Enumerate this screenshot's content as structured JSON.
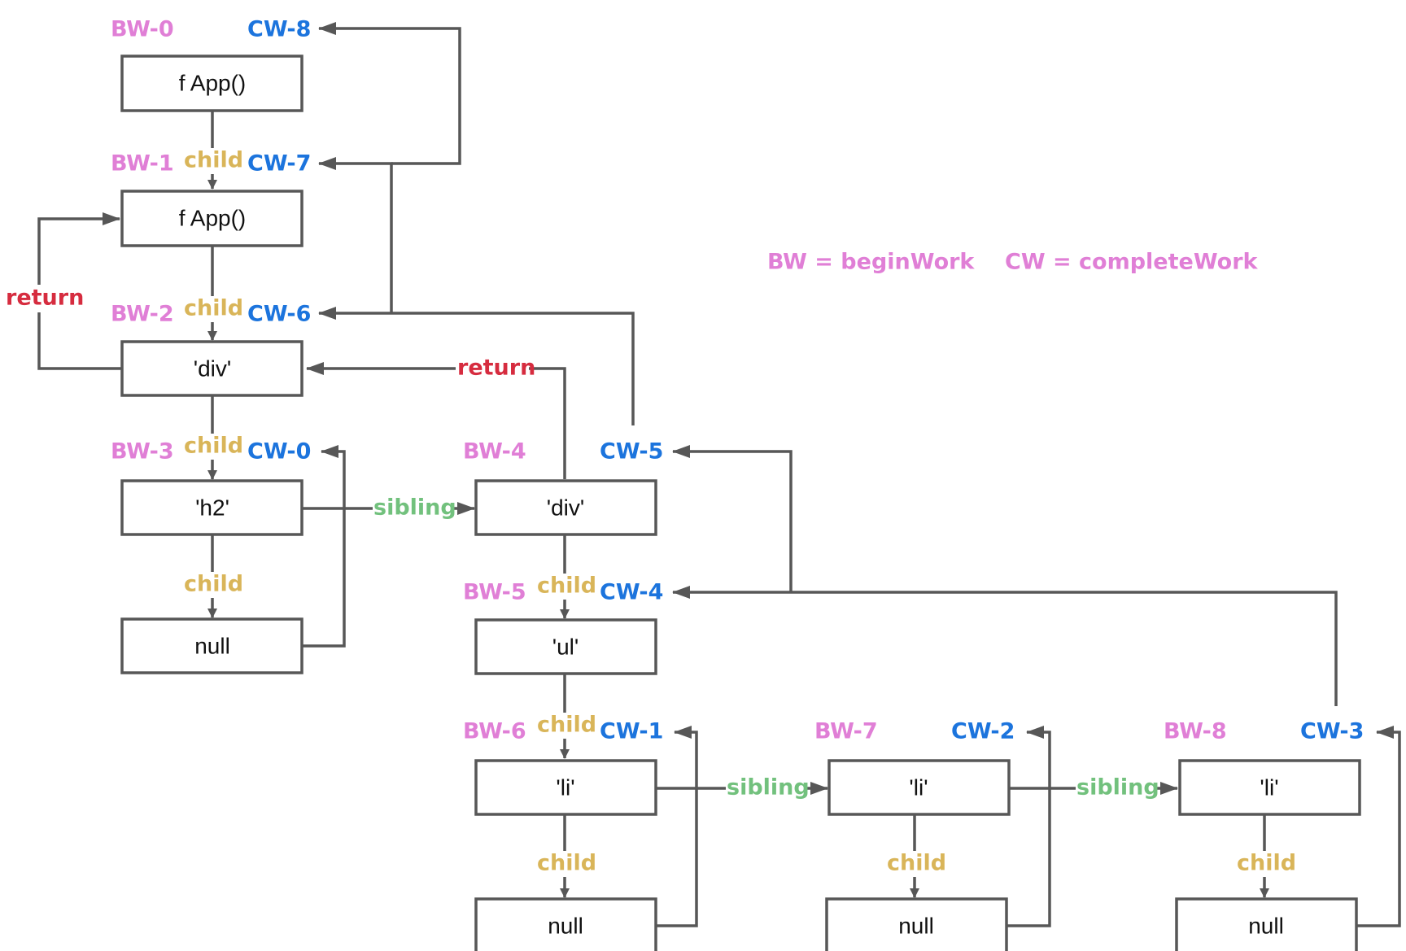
{
  "colors": {
    "begin_work": "#e07fd6",
    "complete_work": "#1c74dd",
    "child": "#d9b559",
    "sibling": "#72c17d",
    "return": "#d62c3f",
    "line": "#575757"
  },
  "legend": {
    "bw": "BW = beginWork",
    "cw": "CW = completeWork"
  },
  "nodes": {
    "app_outer": "f App()",
    "app_inner": "f App()",
    "div_root": "'div'",
    "h2": "'h2'",
    "h2_null": "null",
    "div_inner": "'div'",
    "ul": "'ul'",
    "li_1": "'li'",
    "li_2": "'li'",
    "li_3": "'li'",
    "li_1_null": "null",
    "li_2_null": "null",
    "li_3_null": "null"
  },
  "begin_work": [
    "BW-0",
    "BW-1",
    "BW-2",
    "BW-3",
    "BW-4",
    "BW-5",
    "BW-6",
    "BW-7",
    "BW-8"
  ],
  "complete_work": [
    "CW-0",
    "CW-1",
    "CW-2",
    "CW-3",
    "CW-4",
    "CW-5",
    "CW-6",
    "CW-7",
    "CW-8"
  ],
  "edge_labels": {
    "child": "child",
    "sibling": "sibling",
    "return": "return"
  }
}
